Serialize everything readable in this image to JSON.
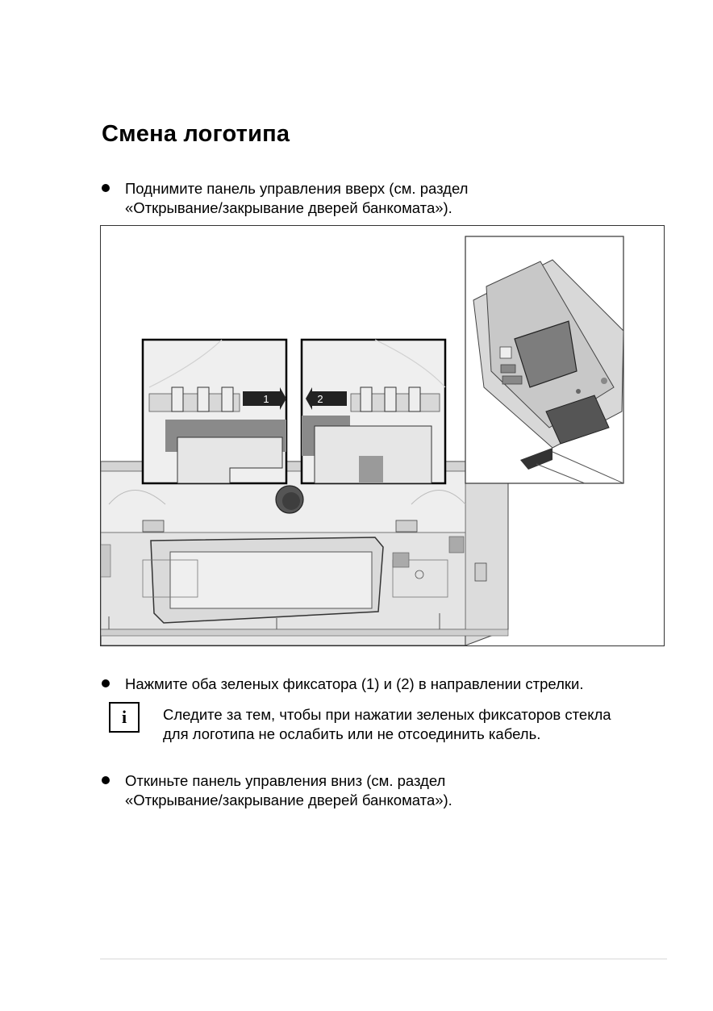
{
  "title": "Смена логотипа",
  "steps": [
    {
      "lines": [
        "Поднимите панель управления вверх (см. раздел",
        "«Открывание/закрывание дверей банкомата»)."
      ]
    },
    {
      "lines": [
        "Нажмите оба зеленых фиксатора (1) и (2) в направлении стрелки."
      ]
    },
    {
      "lines": [
        "Откиньте панель управления вниз (см. раздел",
        "«Открывание/закрывание дверей банкомата»)."
      ]
    }
  ],
  "note": {
    "icon": "info-icon",
    "icon_glyph": "i",
    "lines": [
      "Следите за тем, чтобы при нажатии зеленых фиксаторов стекла",
      "для логотипа не ослабить или не отсоединить кабель."
    ]
  },
  "figure": {
    "callouts": {
      "left_arrow_label": "1",
      "right_arrow_label": "2"
    }
  }
}
